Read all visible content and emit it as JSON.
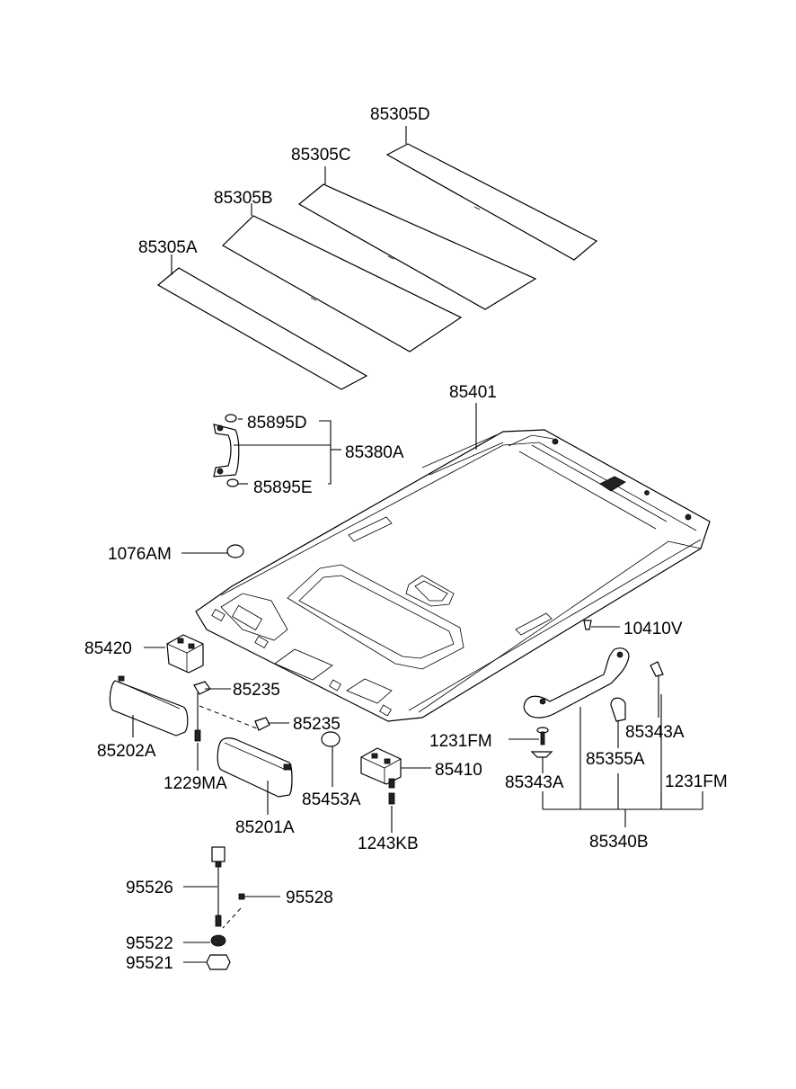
{
  "labels": {
    "p85305D": "85305D",
    "p85305C": "85305C",
    "p85305B": "85305B",
    "p85305A": "85305A",
    "p85401": "85401",
    "p85895D": "85895D",
    "p85380A": "85380A",
    "p85895E": "85895E",
    "p1076AM": "1076AM",
    "p10410V": "10410V",
    "p85420": "85420",
    "p85235a": "85235",
    "p85235b": "85235",
    "p85202A": "85202A",
    "p1229MA": "1229MA",
    "p85201A": "85201A",
    "p85453A": "85453A",
    "p85410": "85410",
    "p1243KB": "1243KB",
    "p1231FMa": "1231FM",
    "p85343Aa": "85343A",
    "p85355A": "85355A",
    "p85343Ab": "85343A",
    "p1231FMb": "1231FM",
    "p85340B": "85340B",
    "p95526": "95526",
    "p95528": "95528",
    "p95522": "95522",
    "p95521": "95521"
  }
}
